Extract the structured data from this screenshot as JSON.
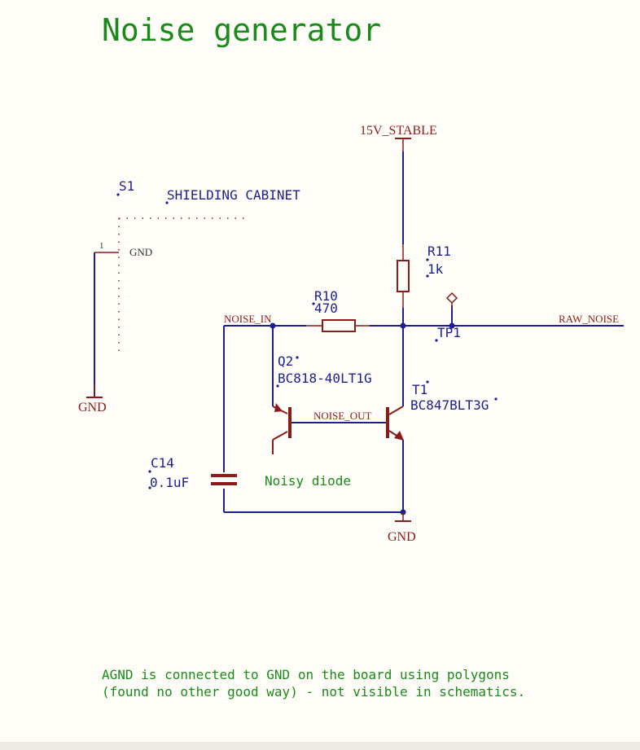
{
  "title": "Noise generator",
  "colors": {
    "wire": "#1b1f8f",
    "component": "#8b1a1a",
    "net_label": "#8b1a1a",
    "ref_text": "#1b1f8f",
    "comment": "#1a8a1a",
    "background": "#fffdf8"
  },
  "power": {
    "vcc": "15V_STABLE",
    "gnd_left": "GND",
    "gnd_bottom": "GND"
  },
  "nets": {
    "noise_in": "NOISE_IN",
    "raw_noise": "RAW_NOISE",
    "noise_out": "NOISE_OUT"
  },
  "components": {
    "s1": {
      "ref": "S1",
      "value": "SHIELDING CABINET",
      "pin_number": "1",
      "pin_name": "GND"
    },
    "r10": {
      "ref": "R10",
      "value": "470"
    },
    "r11": {
      "ref": "R11",
      "value": "1k"
    },
    "tp1": {
      "ref": "TP1"
    },
    "q2": {
      "ref": "Q2",
      "value": "BC818-40LT1G"
    },
    "t1": {
      "ref": "T1",
      "value": "BC847BLT3G"
    },
    "c14": {
      "ref": "C14",
      "value": "0.1uF"
    }
  },
  "annotations": {
    "noisy_diode": "Noisy diode",
    "note_line1": "AGND is connected to GND on the board using polygons",
    "note_line2": "(found no other good way) - not visible in schematics."
  }
}
